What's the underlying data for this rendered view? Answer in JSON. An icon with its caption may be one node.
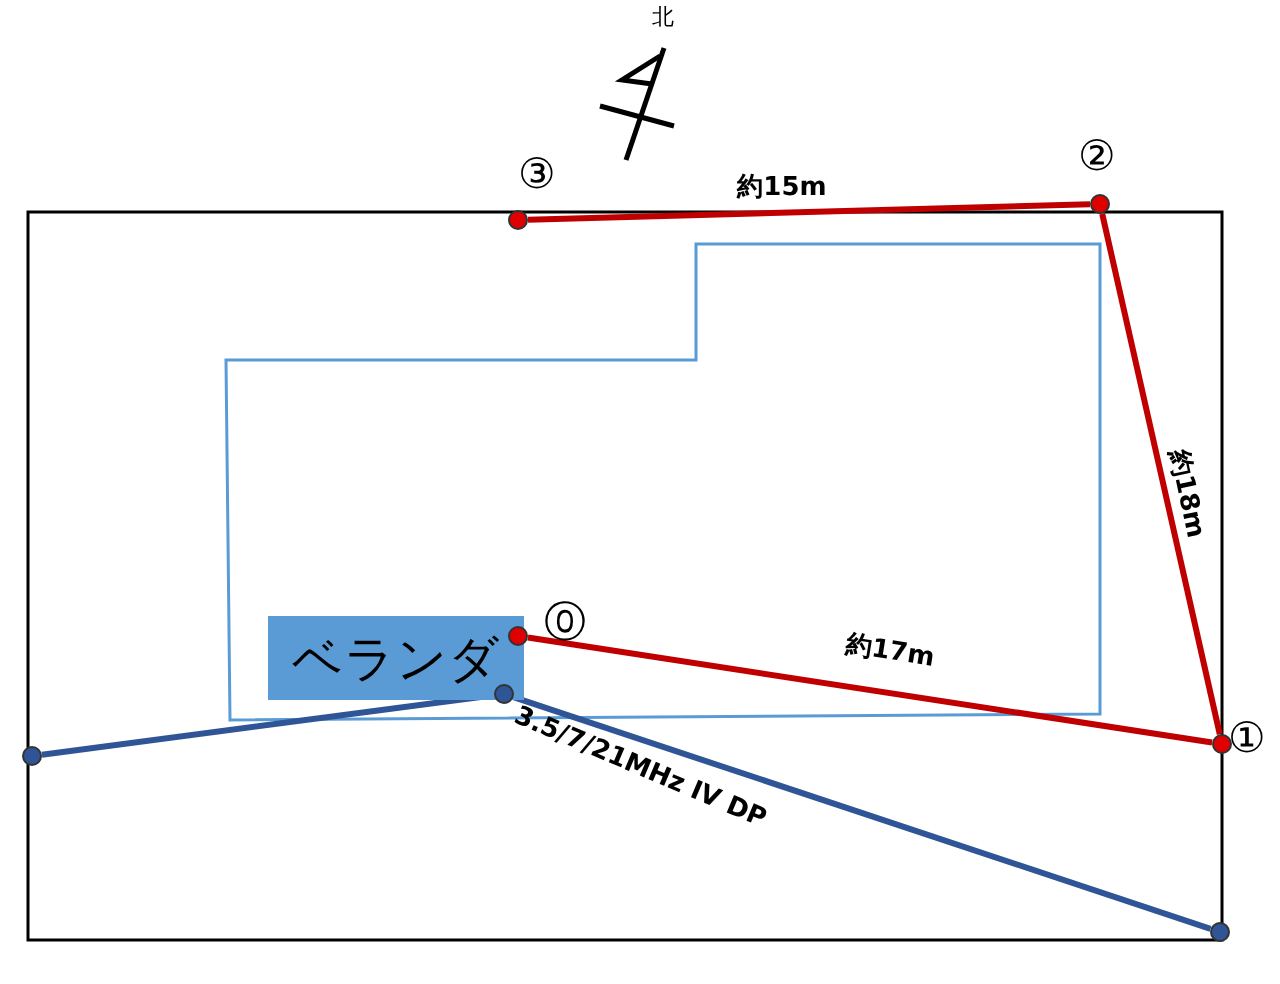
{
  "diagram": {
    "nodes": [
      {
        "text": [
          "ベランダ"
        ]
      },
      {
        "text": [],
        "shape": "circle",
        "beside": [
          "⓪"
        ]
      },
      {
        "text": [],
        "shape": "circle",
        "beside": [
          "①"
        ]
      },
      {
        "text": [],
        "shape": "circle",
        "beside": [
          "②"
        ]
      },
      {
        "text": [],
        "shape": "circle",
        "beside": [
          "③"
        ]
      },
      {
        "text": [],
        "shape": "circle"
      },
      {
        "text": [],
        "shape": "circle"
      },
      {
        "text": [],
        "shape": "circle"
      }
    ],
    "edges": [
      {
        "from": 1,
        "to": 2,
        "arrow": "none",
        "label": "約17m"
      },
      {
        "from": 2,
        "to": 3,
        "arrow": "none",
        "label": "約18m"
      },
      {
        "from": 3,
        "to": 4,
        "arrow": "none",
        "label": "約15m"
      },
      {
        "from": 5,
        "to": 6,
        "arrow": "none",
        "color": "#2f5597"
      },
      {
        "from": 5,
        "to": 7,
        "arrow": "none",
        "color": "#2f5597",
        "label": "3.5/7/21MHz IV DP"
      }
    ],
    "labels": [
      "北"
    ]
  }
}
